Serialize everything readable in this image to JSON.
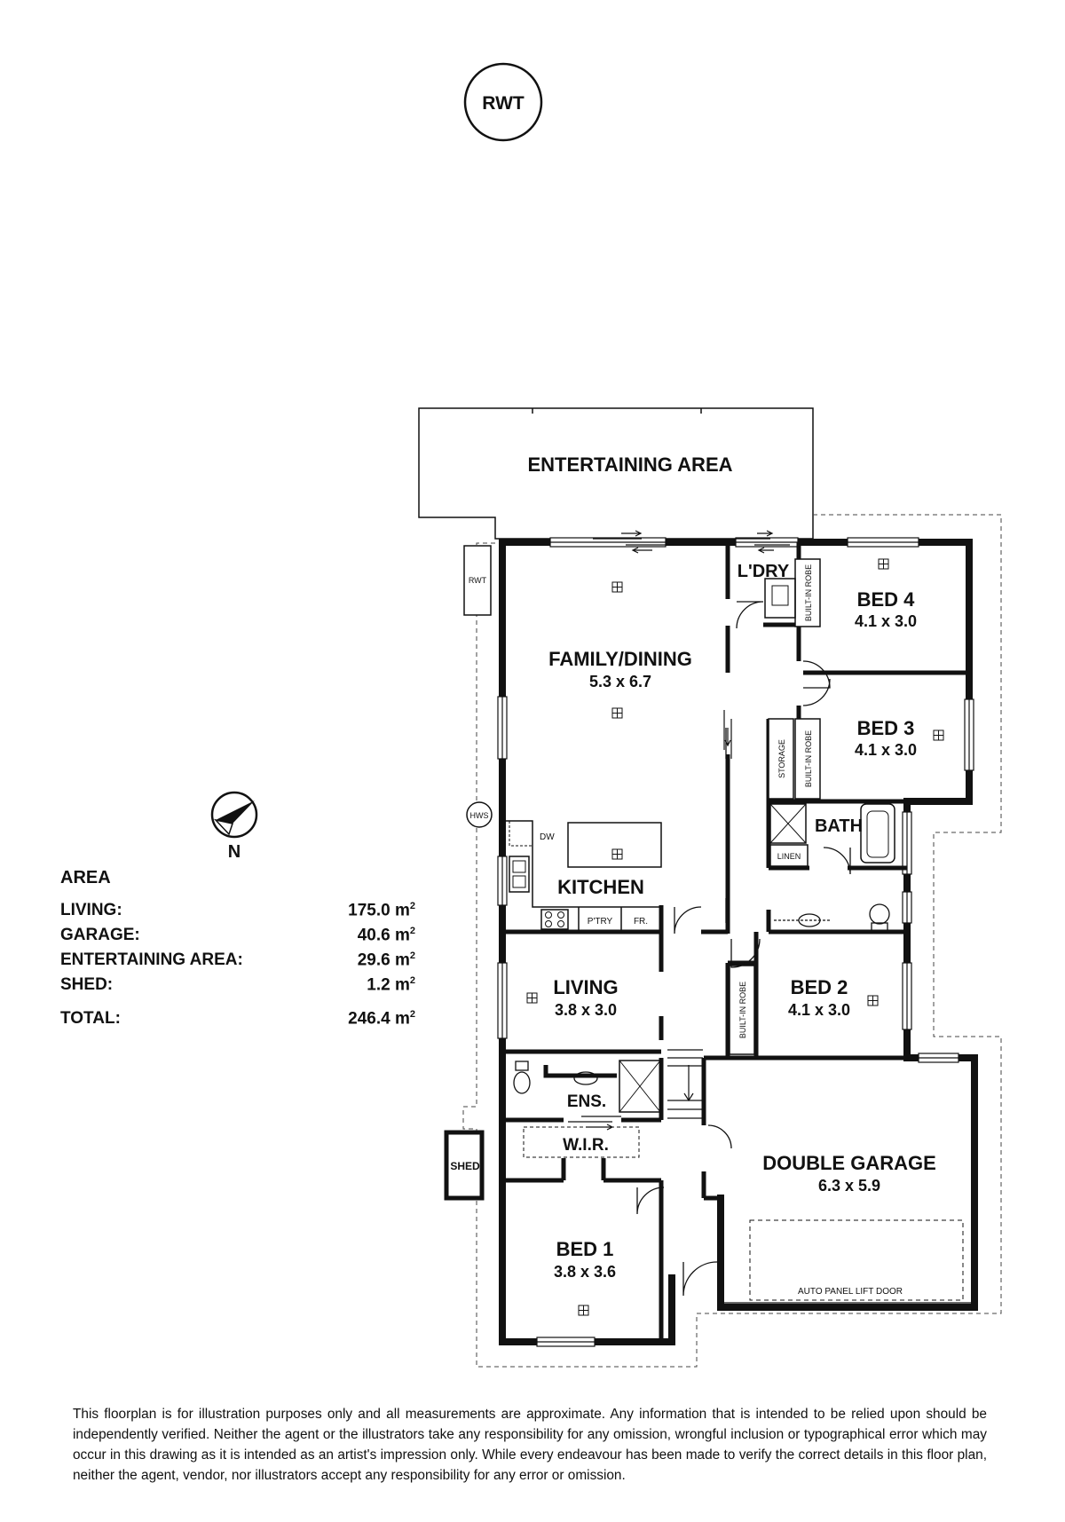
{
  "rwt_tank": "RWT",
  "north_label": "N",
  "rooms": {
    "entertaining": "ENTERTAINING AREA",
    "family_dining": {
      "name": "FAMILY/DINING",
      "dim": "5.3 x 6.7"
    },
    "kitchen": "KITCHEN",
    "laundry": "L'DRY",
    "bed4": {
      "name": "BED 4",
      "dim": "4.1 x 3.0"
    },
    "bed3": {
      "name": "BED 3",
      "dim": "4.1 x 3.0"
    },
    "bath": "BATH",
    "bed2": {
      "name": "BED 2",
      "dim": "4.1 x 3.0"
    },
    "living": {
      "name": "LIVING",
      "dim": "3.8 x 3.0"
    },
    "ensuite": "ENS.",
    "wir": "W.I.R.",
    "bed1": {
      "name": "BED 1",
      "dim": "3.8 x 3.6"
    },
    "garage": {
      "name": "DOUBLE GARAGE",
      "dim": "6.3 x 5.9"
    },
    "shed": "SHED"
  },
  "fixtures": {
    "rwt_small": "RWT",
    "hws": "HWS",
    "dw": "DW",
    "pantry": "P'TRY",
    "fridge": "FR.",
    "linen": "LINEN",
    "storage": "STORAGE",
    "robe": "BUILT-IN ROBE",
    "garage_door": "AUTO PANEL LIFT DOOR"
  },
  "area": {
    "title": "AREA",
    "unit": "m",
    "unit_power": "2",
    "rows": [
      {
        "label": "LIVING:",
        "value": "175.0"
      },
      {
        "label": "GARAGE:",
        "value": "40.6"
      },
      {
        "label": "ENTERTAINING AREA:",
        "value": "29.6"
      },
      {
        "label": "SHED:",
        "value": "1.2"
      }
    ],
    "total": {
      "label": "TOTAL:",
      "value": "246.4"
    }
  },
  "disclaimer": "This floorplan is for illustration purposes only and all measurements are approximate. Any information that is intended to be relied upon should be independently verified. Neither the agent or the illustrators take any responsibility for any omission, wrongful inclusion or typographical error which may occur in this drawing as it is intended as an artist's impression only. While every endeavour has been made to verify the correct details in this floor plan, neither the agent, vendor, nor illustrators accept any responsibility for any error or omission."
}
